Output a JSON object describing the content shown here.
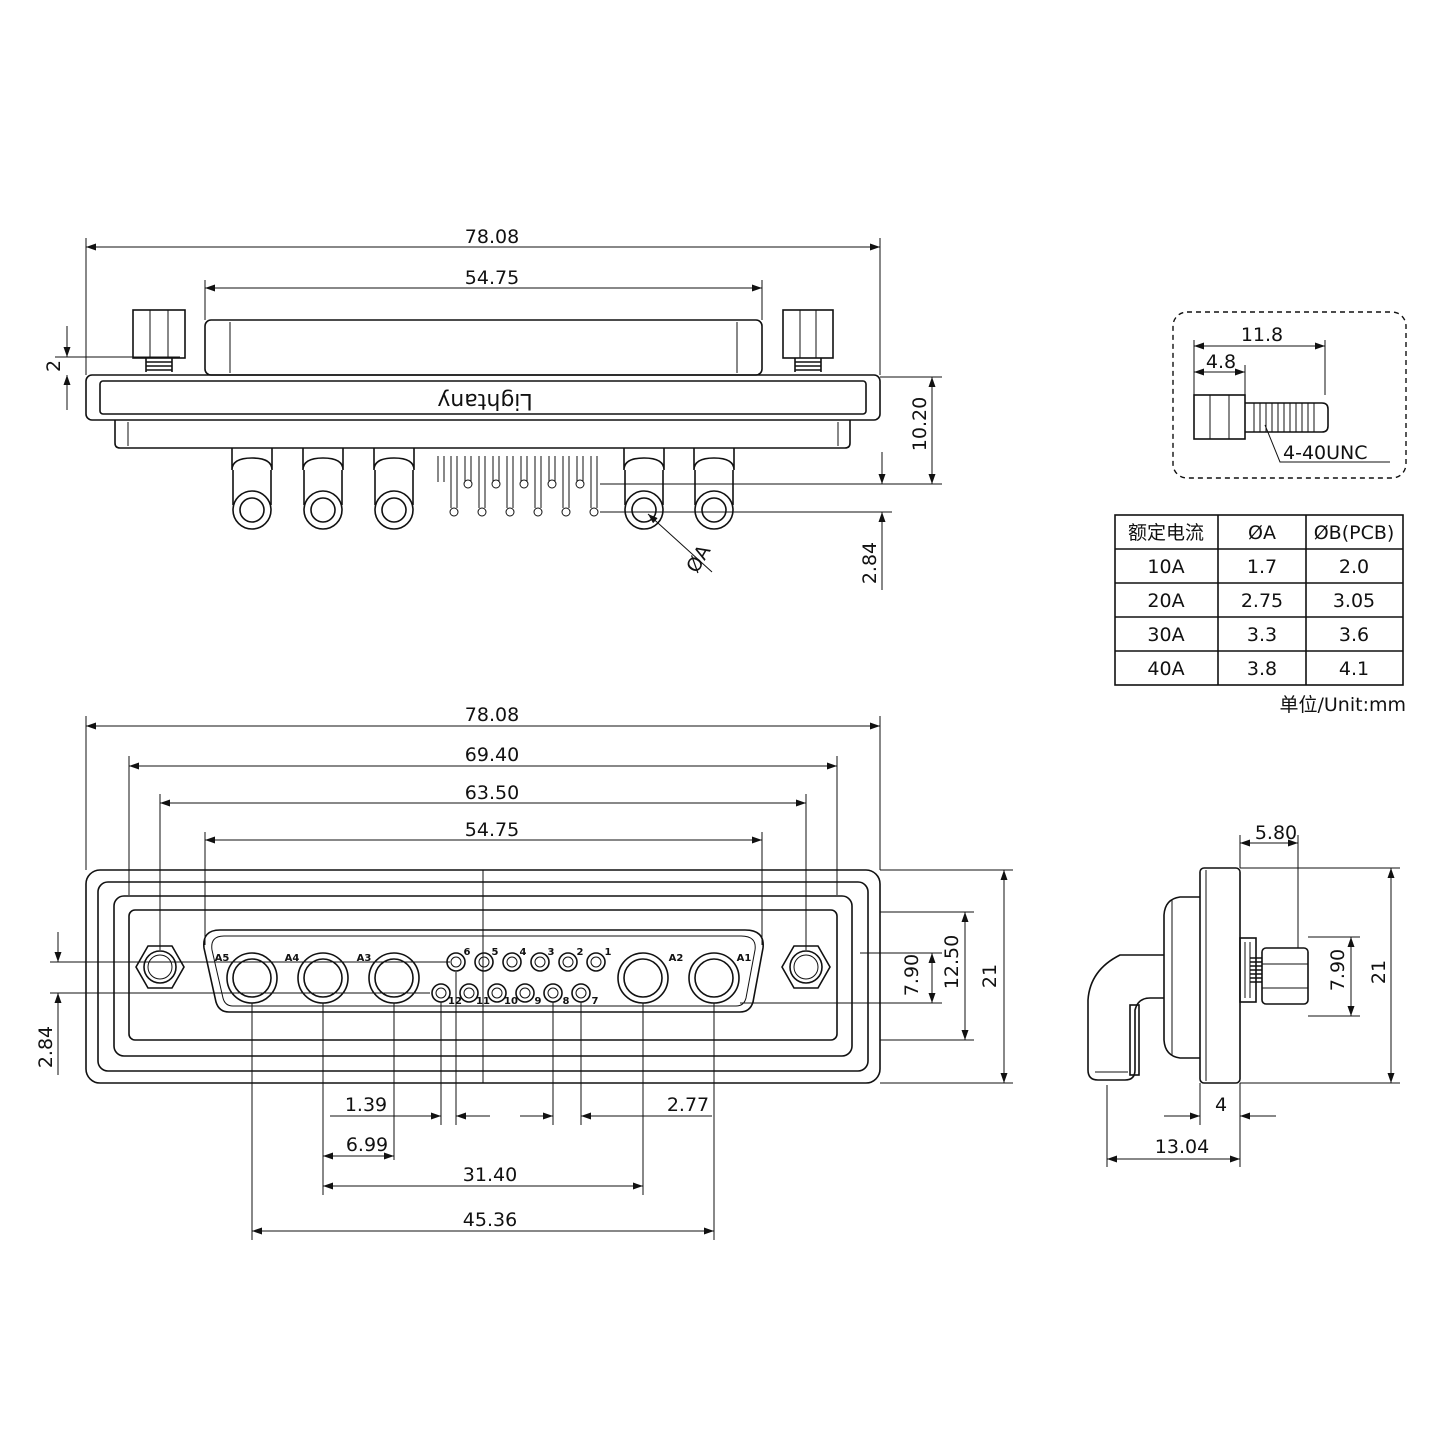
{
  "brand": "Lightany",
  "top_view": {
    "width_total": "78.08",
    "width_shell": "54.75",
    "screw_offset": "2",
    "height_body": "10.20",
    "pin_offset": "2.84",
    "hole_label": "ØA"
  },
  "screw_detail": {
    "length": "11.8",
    "head": "4.8",
    "thread": "4-40UNC"
  },
  "rating_table": {
    "headers": [
      "额定电流",
      "ØA",
      "ØB(PCB)"
    ],
    "rows": [
      [
        "10A",
        "1.7",
        "2.0"
      ],
      [
        "20A",
        "2.75",
        "3.05"
      ],
      [
        "30A",
        "3.3",
        "3.6"
      ],
      [
        "40A",
        "3.8",
        "4.1"
      ]
    ],
    "unit": "单位/Unit:mm"
  },
  "front_view": {
    "width_total": "78.08",
    "flange_inner": "69.40",
    "mount_holes": "63.50",
    "shell": "54.75",
    "height_total": "21",
    "height_shell": "12.50",
    "row_pitch": "7.90",
    "left_offset": "2.84",
    "signal_pitch": "1.39",
    "signal_spacing": "2.77",
    "power_pitch": "6.99",
    "power_span": "31.40",
    "power_total": "45.36",
    "power_labels": [
      "A5",
      "A4",
      "A3",
      "A2",
      "A1"
    ],
    "signal_top_labels": [
      "6",
      "5",
      "4",
      "3",
      "2",
      "1"
    ],
    "signal_bottom_labels": [
      "12",
      "11",
      "10",
      "9",
      "8",
      "7"
    ]
  },
  "side_view": {
    "flange": "5.80",
    "row_pitch": "7.90",
    "height": "21",
    "thickness": "4",
    "depth": "13.04"
  }
}
